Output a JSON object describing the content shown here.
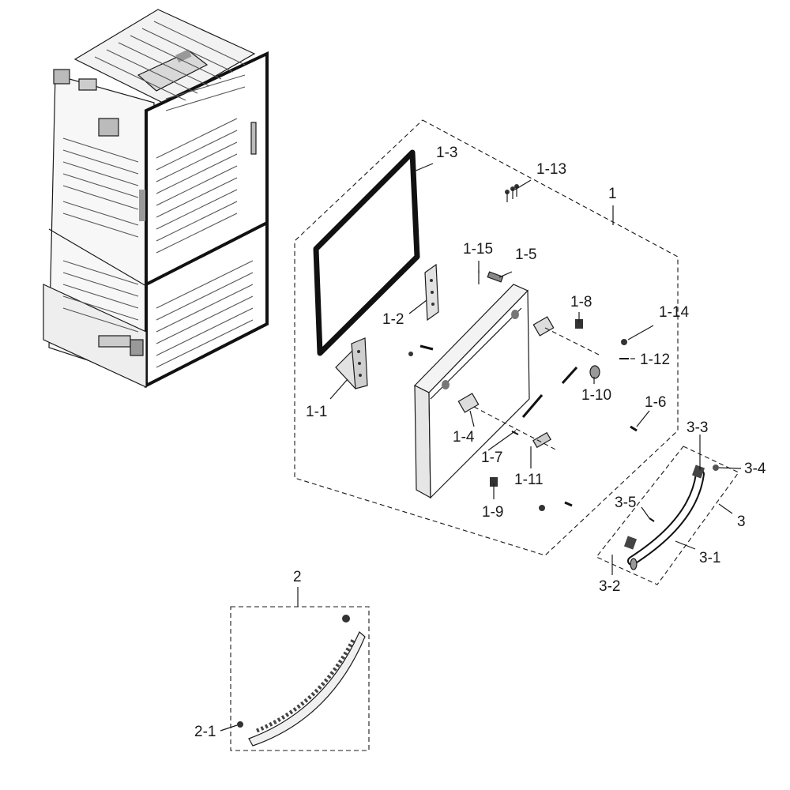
{
  "diagram": {
    "callouts": [
      {
        "id": "c1",
        "text": "1"
      },
      {
        "id": "c1_1",
        "text": "1-1"
      },
      {
        "id": "c1_2",
        "text": "1-2"
      },
      {
        "id": "c1_3",
        "text": "1-3"
      },
      {
        "id": "c1_4",
        "text": "1-4"
      },
      {
        "id": "c1_5",
        "text": "1-5"
      },
      {
        "id": "c1_6",
        "text": "1-6"
      },
      {
        "id": "c1_7",
        "text": "1-7"
      },
      {
        "id": "c1_8",
        "text": "1-8"
      },
      {
        "id": "c1_9",
        "text": "1-9"
      },
      {
        "id": "c1_10",
        "text": "1-10"
      },
      {
        "id": "c1_11",
        "text": "1-11"
      },
      {
        "id": "c1_12",
        "text": "1-12"
      },
      {
        "id": "c1_13",
        "text": "1-13"
      },
      {
        "id": "c1_14",
        "text": "1-14"
      },
      {
        "id": "c1_15",
        "text": "1-15"
      },
      {
        "id": "c2",
        "text": "2"
      },
      {
        "id": "c2_1",
        "text": "2-1"
      },
      {
        "id": "c3",
        "text": "3"
      },
      {
        "id": "c3_1",
        "text": "3-1"
      },
      {
        "id": "c3_2",
        "text": "3-2"
      },
      {
        "id": "c3_3",
        "text": "3-3"
      },
      {
        "id": "c3_4",
        "text": "3-4"
      },
      {
        "id": "c3_5",
        "text": "3-5"
      }
    ]
  }
}
